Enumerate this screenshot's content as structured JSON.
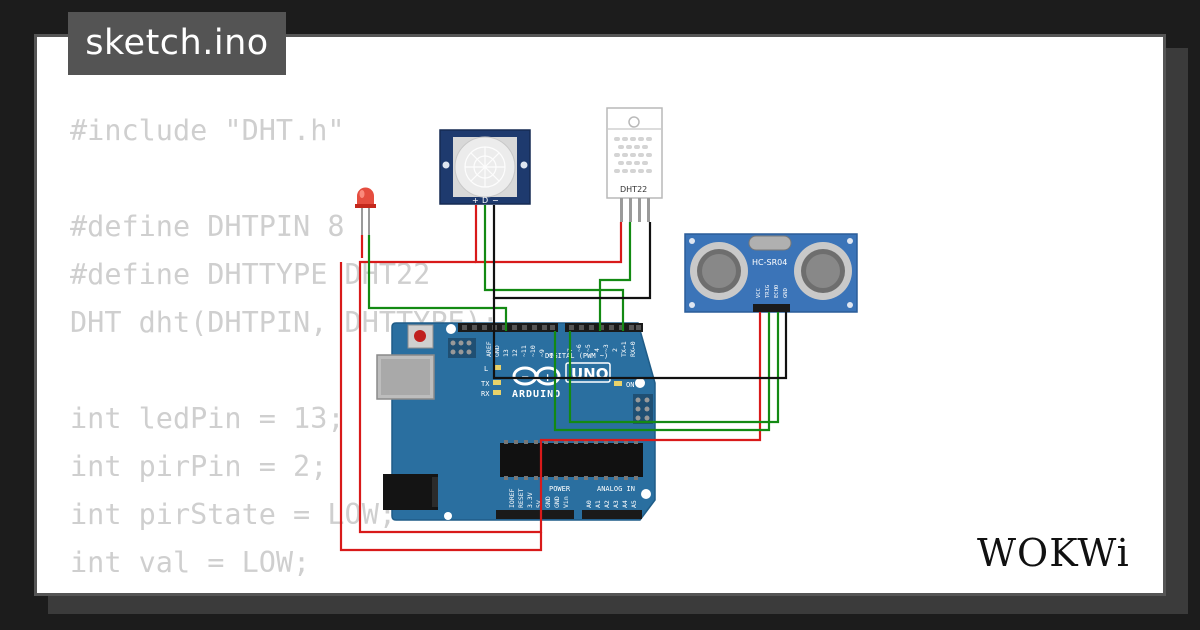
{
  "title": "sketch.ino",
  "code_lines": [
    "#include \"DHT.h\"",
    "",
    "#define DHTPIN 8",
    "#define DHTTYPE DHT22",
    "DHT dht(DHTPIN, DHTTYPE);",
    "",
    "int ledPin = 13;",
    "int pirPin = 2;",
    "int pirState = LOW;",
    "int val = LOW;"
  ],
  "components": {
    "pir_pins": [
      "+",
      "D",
      "−"
    ],
    "dht_label": "DHT22",
    "ultrasonic_label": "HC-SR04",
    "ultrasonic_pins": [
      "VCC",
      "TRIG",
      "ECHO",
      "GND"
    ],
    "arduino_model": "UNO",
    "arduino_brand": "ARDUINO",
    "digital_header": "DIGITAL (PWM ~)",
    "power_header": "POWER",
    "analog_header": "ANALOG IN",
    "digital_pins": [
      "AREF",
      "GND",
      "13",
      "12",
      "~11",
      "~10",
      "~9",
      "8",
      "7",
      "~6",
      "~5",
      "4",
      "~3",
      "2",
      "TX→1",
      "RX←0"
    ],
    "power_pins": [
      "IOREF",
      "RESET",
      "3.3V",
      "5V",
      "GND",
      "GND",
      "Vin"
    ],
    "analog_pins": [
      "A0",
      "A1",
      "A2",
      "A3",
      "A4",
      "A5"
    ],
    "board_leds": [
      "L",
      "TX",
      "RX",
      "ON"
    ]
  },
  "colors": {
    "wire_red": "#d81a1a",
    "wire_green": "#138a13",
    "wire_black": "#111111",
    "board_blue": "#2a6fa0",
    "pir_blue": "#1e3a6e",
    "sonar_blue": "#3b74b8"
  },
  "logo": "WOKWi"
}
